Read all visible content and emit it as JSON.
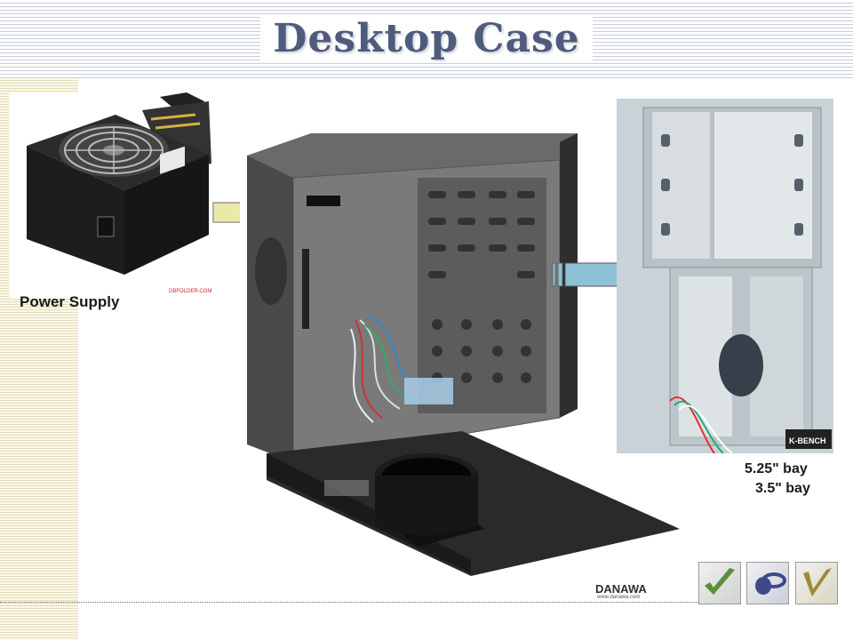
{
  "slide": {
    "title": "Desktop Case",
    "labels": {
      "power_supply": "Power Supply",
      "bay_525": "5.25\" bay",
      "bay_35": "3.5\" bay"
    },
    "watermarks": {
      "psu_source": "DBFOLDER.COM",
      "bay_source": "K-BENCH",
      "case_brand": "DANAWA",
      "case_url": "www.danawa.com"
    }
  },
  "nav_buttons": [
    {
      "name": "green-check-icon",
      "color": "#5c8f3a"
    },
    {
      "name": "blue-orbit-icon",
      "color": "#3c4a8a"
    },
    {
      "name": "gold-check-icon",
      "color": "#9c8a3a"
    }
  ],
  "colors": {
    "title": "#4f5b7c",
    "arrow_yellow": "#ece9a8",
    "arrow_blue": "#8fc1d6"
  }
}
